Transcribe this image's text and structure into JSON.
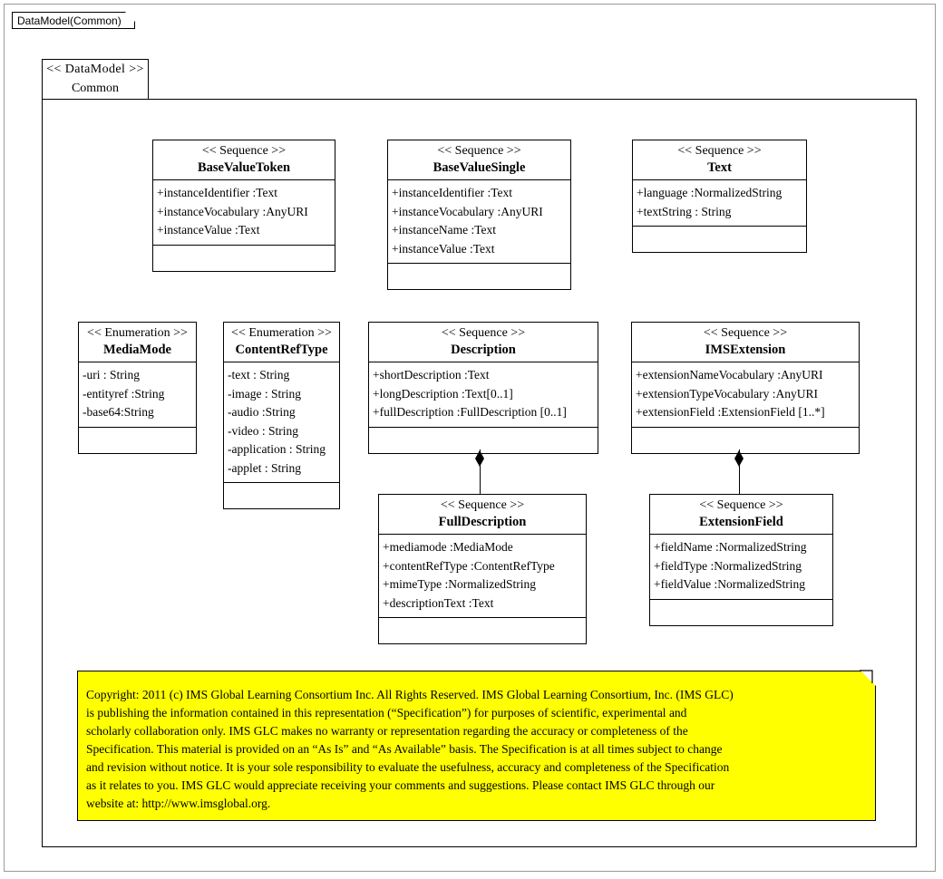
{
  "frame": {
    "tab_label": "DataModel(Common)"
  },
  "package": {
    "stereotype": "<< DataModel >>",
    "name": "Common"
  },
  "classes": [
    {
      "id": "BaseValueToken",
      "stereotype": "<< Sequence >>",
      "name": "BaseValueToken",
      "attributes": [
        "+instanceIdentifier  :Text",
        "+instanceVocabulary  :AnyURI",
        "+instanceValue  :Text"
      ],
      "operations": []
    },
    {
      "id": "BaseValueSingle",
      "stereotype": "<< Sequence >>",
      "name": "BaseValueSingle",
      "attributes": [
        "+instanceIdentifier  :Text",
        "+instanceVocabulary  :AnyURI",
        "+instanceName :Text",
        "+instanceValue  :Text"
      ],
      "operations": []
    },
    {
      "id": "Text",
      "stereotype": "<< Sequence >>",
      "name": "Text",
      "attributes": [
        "+language :NormalizedString",
        "+textString : String"
      ],
      "operations": []
    },
    {
      "id": "MediaMode",
      "stereotype": "<< Enumeration  >>",
      "name": "MediaMode",
      "attributes": [
        "-uri : String",
        "-entityref  :String",
        "-base64:String"
      ],
      "operations": []
    },
    {
      "id": "ContentRefType",
      "stereotype": "<< Enumeration  >>",
      "name": "ContentRefType",
      "attributes": [
        "-text : String",
        "-image : String",
        "-audio :String",
        "-video : String",
        "-application  : String",
        "-applet : String"
      ],
      "operations": []
    },
    {
      "id": "Description",
      "stereotype": "<< Sequence >>",
      "name": "Description",
      "attributes": [
        "+shortDescription  :Text",
        "+longDescription  :Text[0..1]",
        "+fullDescription  :FullDescription  [0..1]"
      ],
      "operations": []
    },
    {
      "id": "IMSExtension",
      "stereotype": "<< Sequence >>",
      "name": "IMSExtension",
      "attributes": [
        "+extensionNameVocabulary  :AnyURI",
        "+extensionTypeVocabulary  :AnyURI",
        "+extensionField  :ExtensionField  [1..*]"
      ],
      "operations": []
    },
    {
      "id": "FullDescription",
      "stereotype": "<< Sequence >>",
      "name": "FullDescription",
      "attributes": [
        "+mediamode :MediaMode",
        "+contentRefType  :ContentRefType",
        "+mimeType :NormalizedString",
        "+descriptionText :Text"
      ],
      "operations": []
    },
    {
      "id": "ExtensionField",
      "stereotype": "<< Sequence >>",
      "name": "ExtensionField",
      "attributes": [
        "+fieldName :NormalizedString",
        "+fieldType :NormalizedString",
        "+fieldValue :NormalizedString"
      ],
      "operations": []
    }
  ],
  "associations": [
    {
      "id": "description-fulldescription",
      "type": "composition",
      "from": "Description",
      "to": "FullDescription"
    },
    {
      "id": "imsextension-extensionfield",
      "type": "composition",
      "from": "IMSExtension",
      "to": "ExtensionField"
    }
  ],
  "note": {
    "background_color": "#ffff00",
    "lines": [
      "Copyright: 2011 (c) IMS Global Learning Consortium Inc.  All Rights Reserved.  IMS Global Learning Consortium, Inc. (IMS GLC)",
      "is publishing the information contained in this representation (“Specification”) for purposes of scientific, experimental and",
      "scholarly collaboration only.  IMS GLC makes no warranty or representation regarding  the accuracy or completeness of the",
      "Specification.  This material is provided on an “As Is” and “As Available” basis.  The Specification is at all times subject to change",
      "and revision without notice.  It is your sole responsibility to evaluate the usefulness, accuracy and completeness of the Specification",
      "as it relates to you.  IMS GLC would appreciate receiving your comments and suggestions.  Please contact IMS GLC through our",
      "website at: http://www.imsglobal.org."
    ]
  }
}
